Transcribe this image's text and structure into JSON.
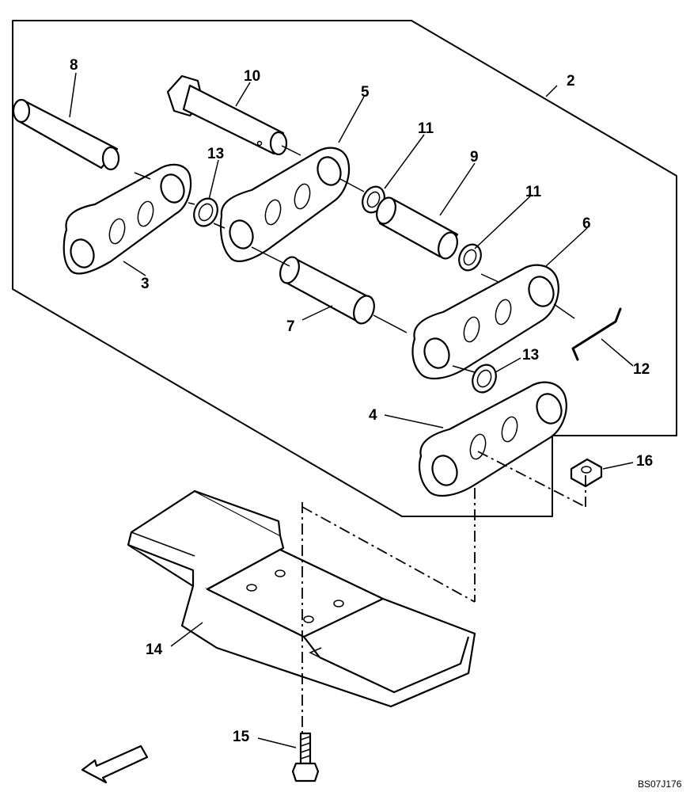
{
  "diagram": {
    "drawing_code": "BS07J176",
    "callouts": [
      {
        "id": "c2",
        "label": "2"
      },
      {
        "id": "c3",
        "label": "3"
      },
      {
        "id": "c4",
        "label": "4"
      },
      {
        "id": "c5",
        "label": "5"
      },
      {
        "id": "c6",
        "label": "6"
      },
      {
        "id": "c7",
        "label": "7"
      },
      {
        "id": "c8",
        "label": "8"
      },
      {
        "id": "c9",
        "label": "9"
      },
      {
        "id": "c10",
        "label": "10"
      },
      {
        "id": "c11a",
        "label": "11"
      },
      {
        "id": "c11b",
        "label": "11"
      },
      {
        "id": "c12",
        "label": "12"
      },
      {
        "id": "c13a",
        "label": "13"
      },
      {
        "id": "c13b",
        "label": "13"
      },
      {
        "id": "c14",
        "label": "14"
      },
      {
        "id": "c15",
        "label": "15"
      },
      {
        "id": "c16",
        "label": "16"
      }
    ],
    "icons": {
      "direction_arrow": "front-direction-arrow-icon"
    }
  }
}
